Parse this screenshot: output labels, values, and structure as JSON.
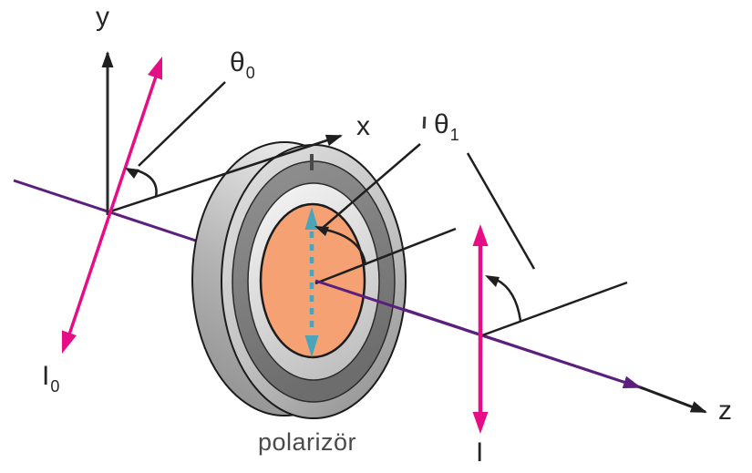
{
  "figure": {
    "description": "Malus law polarization diagram: incident polarized light passing through a polarizer",
    "caption": "polarizör"
  },
  "labels": {
    "axis_y": "y",
    "axis_x": "x",
    "axis_z": "z",
    "theta0": {
      "main": "θ",
      "sub": "0"
    },
    "theta1": {
      "main": "θ",
      "sub": "1"
    },
    "intensity_in": {
      "main": "I",
      "sub": "0"
    },
    "intensity_out": "I",
    "polarizer_caption": "polarizör"
  },
  "colors": {
    "magenta": "#e60d86",
    "purple": "#5c1f7d",
    "cyan": "#4aa5bb",
    "orange": "#f5a173",
    "ink": "#1f1f1f"
  },
  "elements": {
    "incident_polarization_arrow": "double-headed magenta arrow I0 tilted at angle theta0",
    "transmitted_polarization_arrow": "vertical double-headed magenta arrow I",
    "light_ray": "purple propagation ray along z",
    "transmission_axis": "cyan dashed double arrow on polarizer face",
    "angle_arcs": [
      "theta0 at origin",
      "theta1 on polarizer face",
      "theta1 after polarizer"
    ]
  }
}
